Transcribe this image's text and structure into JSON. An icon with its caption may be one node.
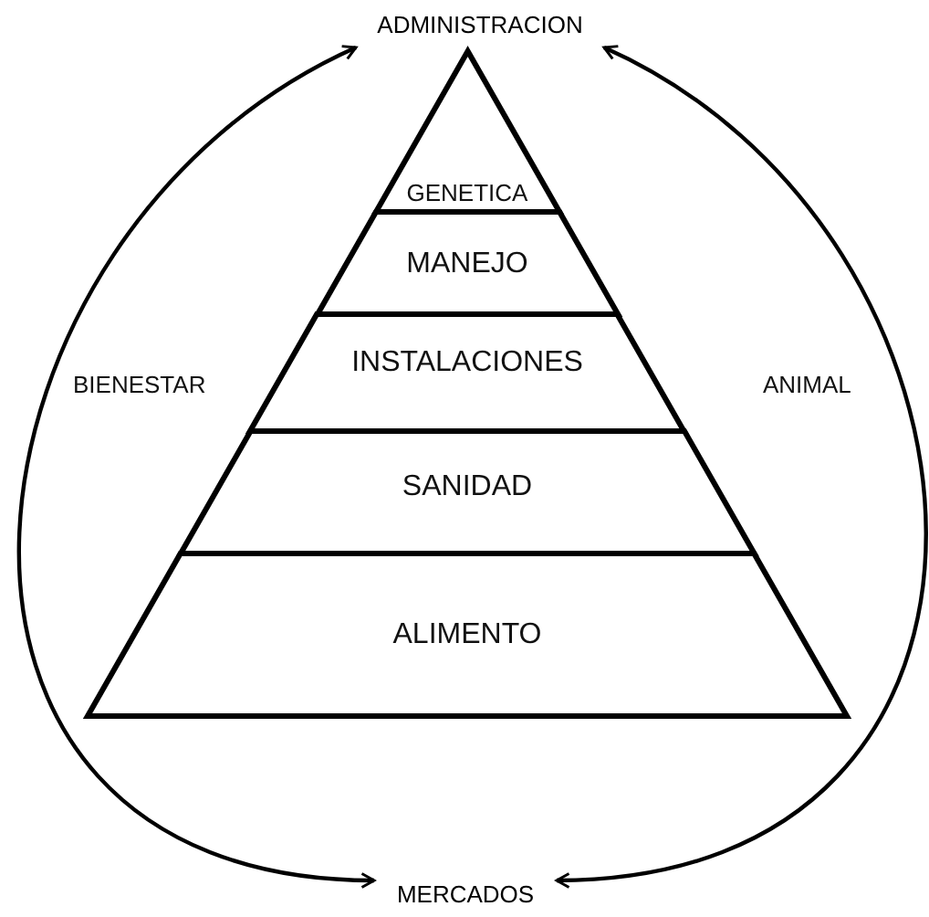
{
  "diagram": {
    "nodes": [
      {
        "text": [
          "ADMINISTRACION"
        ]
      },
      {
        "text": [
          "GENETICA"
        ]
      },
      {
        "text": [
          "MANEJO"
        ]
      },
      {
        "text": [
          "INSTALACIONES"
        ]
      },
      {
        "text": [
          "SANIDAD"
        ]
      },
      {
        "text": [
          "ALIMENTO"
        ]
      },
      {
        "text": [
          "MERCADOS"
        ]
      }
    ],
    "edges": [
      {
        "from": 0,
        "to": 6,
        "arrow": "both",
        "label": "BIENESTAR"
      },
      {
        "from": 0,
        "to": 6,
        "arrow": "both",
        "label": "ANIMAL"
      }
    ]
  }
}
